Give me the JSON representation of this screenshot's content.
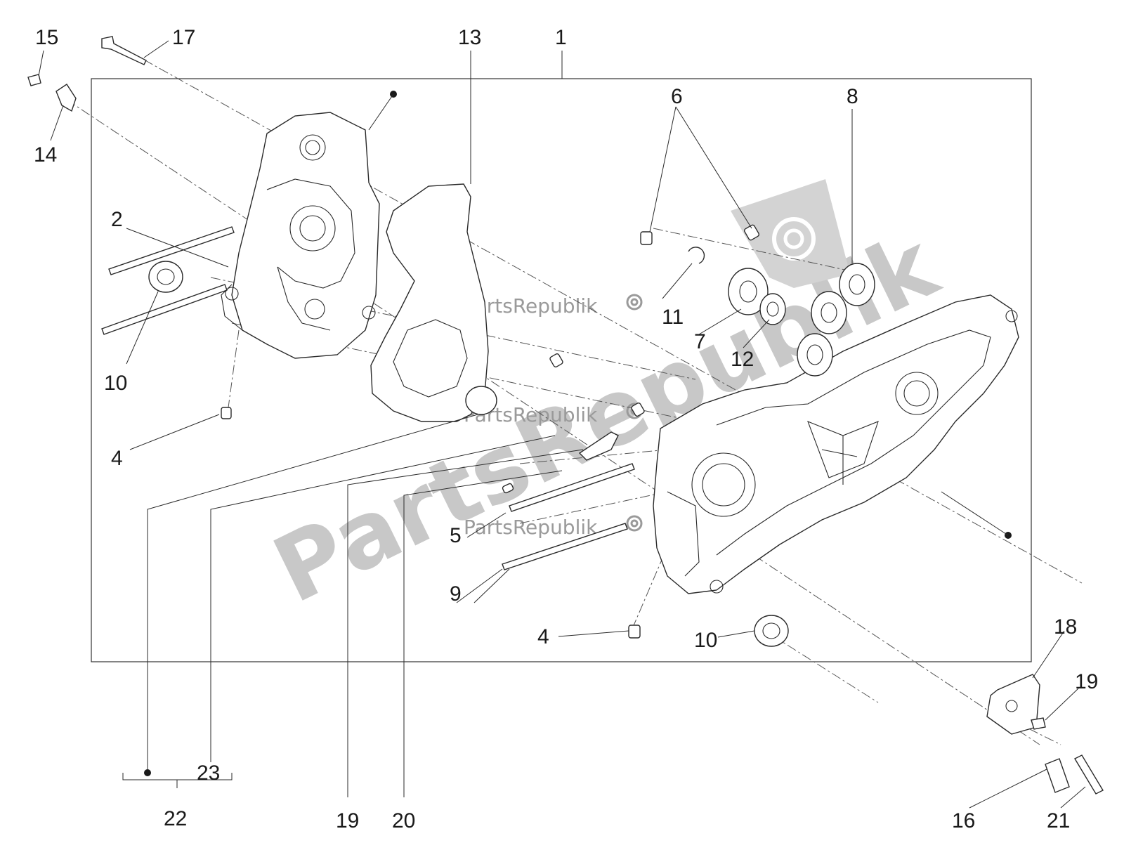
{
  "diagram": {
    "watermark": {
      "big_text": "PartsRepublik",
      "small_text": "PartsRepublik"
    },
    "callouts": {
      "c1": "1",
      "c2": "2",
      "c4a": "4",
      "c4b": "4",
      "c5": "5",
      "c6": "6",
      "c7": "7",
      "c8": "8",
      "c9": "9",
      "c10a": "10",
      "c10b": "10",
      "c11": "11",
      "c12": "12",
      "c13": "13",
      "c14": "14",
      "c15": "15",
      "c16": "16",
      "c17": "17",
      "c18": "18",
      "c19a": "19",
      "c19b": "19",
      "c20": "20",
      "c21": "21",
      "c22": "22",
      "c23": "23"
    },
    "colors": {
      "line": "#2a2a2a",
      "watermark": "#c8c8c8",
      "background": "#ffffff"
    }
  }
}
